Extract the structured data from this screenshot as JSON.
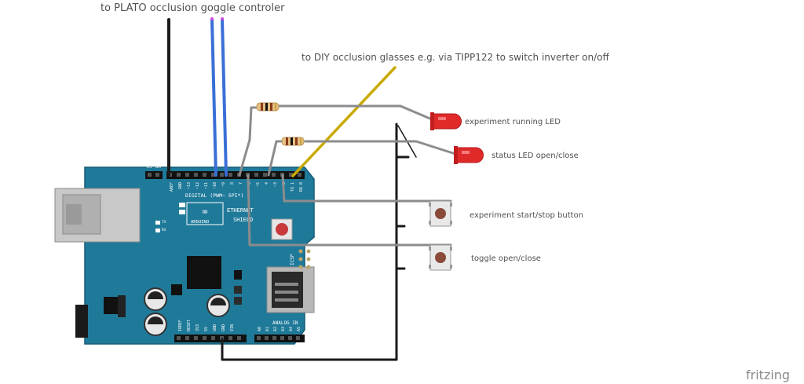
{
  "labels": {
    "plato": "to PLATO occlusion goggle controler",
    "diy": "to DIY occlusion glasses e.g. via TIPP122 to switch inverter on/off",
    "led_running": "experiment running LED",
    "led_status": "status LED open/close",
    "btn_start": "experiment start/stop button",
    "btn_toggle": "toggle open/close"
  },
  "board": {
    "digital_header": "DIGITAL (PWM~ SPI*)",
    "shield_name_1": "ETHERNET",
    "shield_name_2": "SHIELD",
    "brand": "ARDUINO",
    "analog": "ANALOG IN",
    "icsp": "ICSP",
    "pin_labels": [
      "AREF",
      "GND",
      "~13",
      "~12",
      "~11",
      "~10",
      "~9",
      "8",
      "7",
      "~6",
      "~5",
      "4",
      "~3",
      "2",
      "TX 1",
      "RX 0"
    ],
    "power_labels": [
      "IOREF",
      "RESET",
      "3V3",
      "5V",
      "GND",
      "GND",
      "VIN"
    ],
    "analog_labels": [
      "A0",
      "A1",
      "A2",
      "A3",
      "A4",
      "A5"
    ],
    "small_labels": [
      "SCL",
      "SDA",
      "TX",
      "RX"
    ]
  },
  "watermark": "fritzing",
  "colors": {
    "board": "#1f7a9a",
    "wire_gray": "#8c8c8c",
    "wire_black": "#1a1a1a",
    "wire_blue": "#3a6fd6",
    "wire_yellow": "#c9a900",
    "led_red": "#e02a2a"
  }
}
